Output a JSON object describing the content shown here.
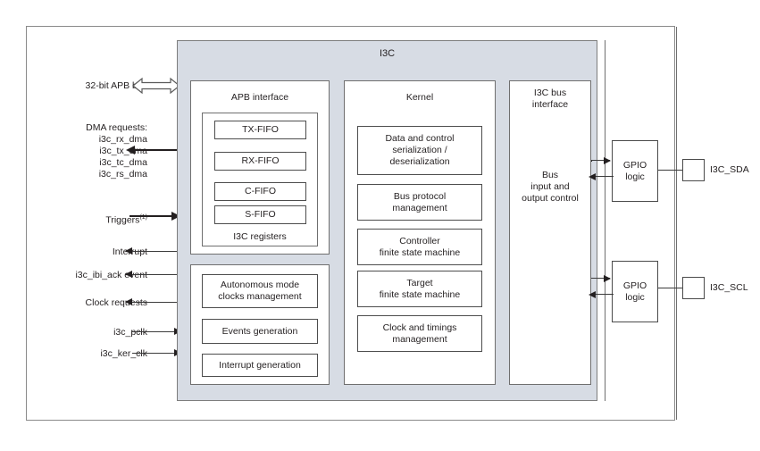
{
  "diagram": {
    "title": "I3C",
    "outer_frame": "block-diagram-frame"
  },
  "left_signals": [
    {
      "name": "apb-bus",
      "label": "32-bit APB bus",
      "direction": "bidirectional"
    },
    {
      "name": "dma-requests",
      "label": "DMA requests:",
      "direction": "none"
    },
    {
      "name": "i3c-rx-dma",
      "label": "i3c_rx_dma",
      "direction": "out"
    },
    {
      "name": "i3c-tx-dma",
      "label": "i3c_tx_dma",
      "direction": "out"
    },
    {
      "name": "i3c-tc-dma",
      "label": "i3c_tc_dma",
      "direction": "out"
    },
    {
      "name": "i3c-rs-dma",
      "label": "i3c_rs_dma",
      "direction": "out"
    },
    {
      "name": "triggers",
      "label": "Triggers",
      "superscript": "(1)",
      "direction": "in"
    },
    {
      "name": "interrupt",
      "label": "Interrupt",
      "direction": "out"
    },
    {
      "name": "i3c-ibi-ack-event",
      "label": "i3c_ibi_ack event",
      "direction": "out"
    },
    {
      "name": "clock-requests",
      "label": "Clock requests",
      "direction": "out"
    },
    {
      "name": "i3c-pclk",
      "label": "i3c_pclk",
      "direction": "in"
    },
    {
      "name": "i3c-ker-clk",
      "label": "i3c_ker_clk",
      "direction": "in"
    }
  ],
  "columns": {
    "apb_interface": {
      "title": "APB interface",
      "registers_label": "I3C registers",
      "fifos": [
        "TX-FIFO",
        "RX-FIFO",
        "C-FIFO",
        "S-FIFO"
      ],
      "lower_blocks": [
        "Autonomous mode\nclocks management",
        "Events generation",
        "Interrupt generation"
      ],
      "lower_blocks_lines": [
        [
          "Autonomous mode",
          "clocks management"
        ],
        [
          "Events generation"
        ],
        [
          "Interrupt generation"
        ]
      ]
    },
    "kernel": {
      "title": "Kernel",
      "blocks_lines": [
        [
          "Data and control",
          "serialization /",
          "deserialization"
        ],
        [
          "Bus protocol",
          "management"
        ],
        [
          "Controller",
          "finite state machine"
        ],
        [
          "Target",
          "finite state machine"
        ],
        [
          "Clock and timings",
          "management"
        ]
      ]
    },
    "i3c_bus_interface": {
      "title_lines": [
        "I3C bus",
        "interface"
      ],
      "body_lines": [
        "Bus",
        "input and",
        "output control"
      ]
    }
  },
  "gpio": [
    {
      "name": "gpio-logic-sda",
      "lines": [
        "GPIO",
        "logic"
      ],
      "pad_label": "I3C_SDA"
    },
    {
      "name": "gpio-logic-scl",
      "lines": [
        "GPIO",
        "logic"
      ],
      "pad_label": "I3C_SCL"
    }
  ],
  "colors": {
    "block_fill": "#d7dce4",
    "frame_stroke": "#8a8a8a",
    "text": "#231f20",
    "wire": "#231f20"
  }
}
